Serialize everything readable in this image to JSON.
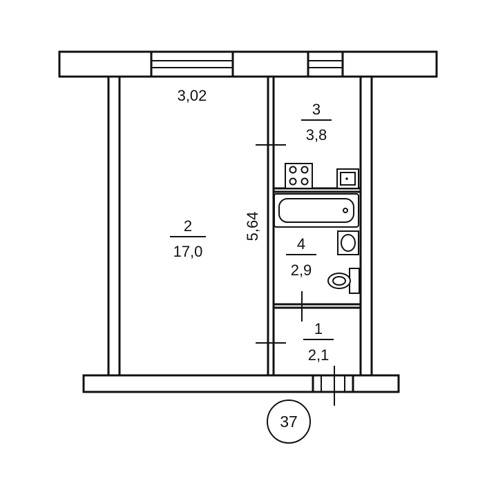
{
  "plan": {
    "dimension_width": "3,02",
    "dimension_length": "5,64",
    "rooms": [
      {
        "number": "2",
        "area": "17,0"
      },
      {
        "number": "3",
        "area": "3,8"
      },
      {
        "number": "4",
        "area": "2,9"
      },
      {
        "number": "1",
        "area": "2,1"
      }
    ],
    "apartment_number": "37"
  }
}
